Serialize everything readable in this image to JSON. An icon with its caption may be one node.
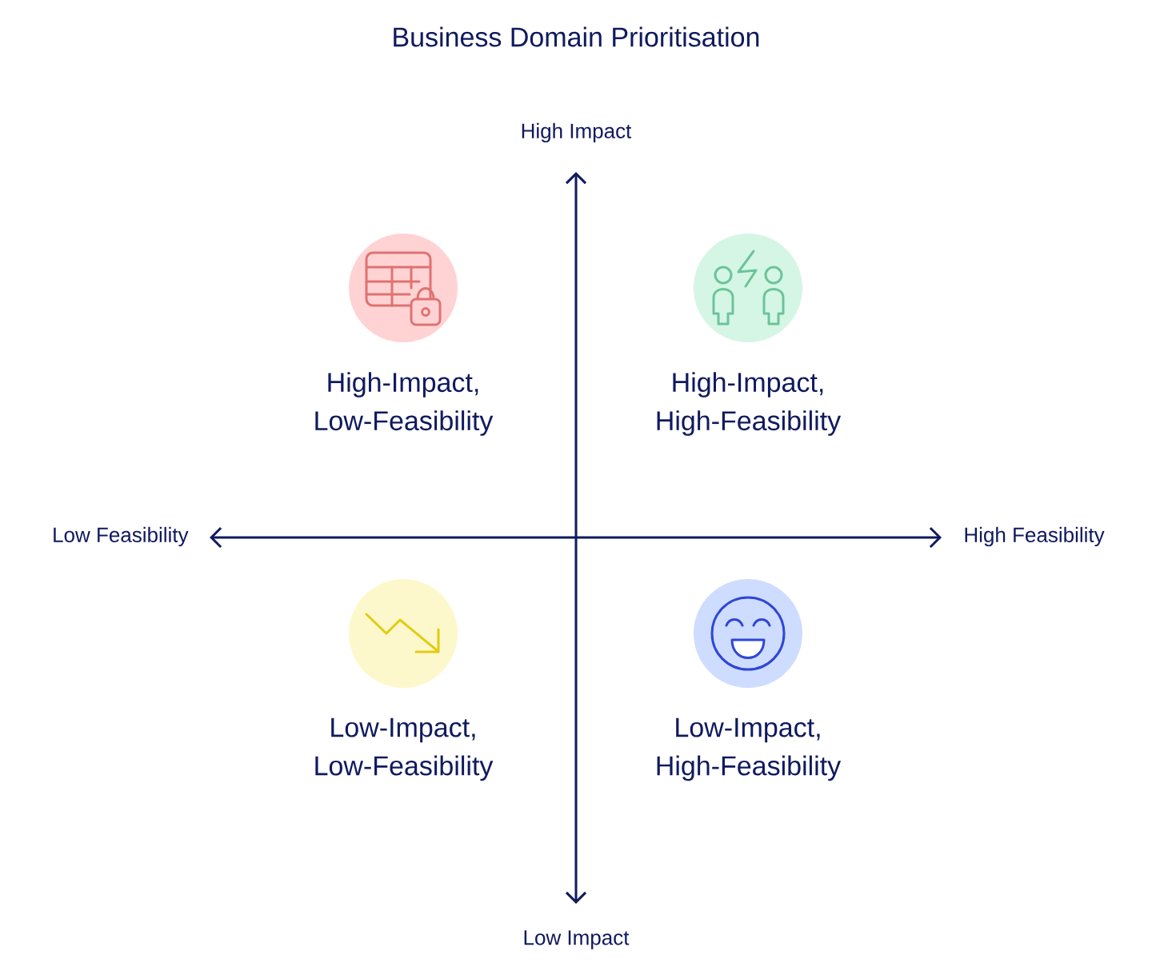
{
  "diagram": {
    "title": "Business Domain Prioritisation",
    "nodes": [
      {
        "text": [
          "High-Impact, Low-Feasibility"
        ]
      },
      {
        "text": [
          "High-Impact, High-Feasibility"
        ]
      },
      {
        "text": [
          "Low-Impact, Low-Feasibility"
        ]
      },
      {
        "text": [
          "Low-Impact, High-Feasibility"
        ]
      }
    ],
    "labels": [
      "High Impact",
      "Low Feasibility",
      "High Feasibility",
      "Low Impact"
    ]
  }
}
